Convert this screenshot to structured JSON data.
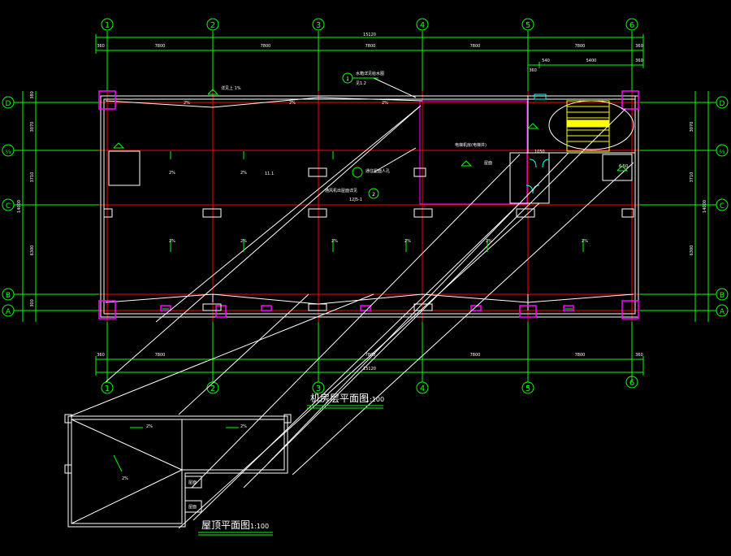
{
  "colors": {
    "background": "#000000",
    "axis": "#00ff00",
    "wall": "#ffffff",
    "grid_red": "#ff0000",
    "column": "#ff00ff",
    "accent": "#ffff00",
    "door": "#00ffff"
  },
  "axes": {
    "vertical": [
      "1",
      "2",
      "3",
      "4",
      "5",
      "6"
    ],
    "horizontal_left": [
      "D",
      "⅔",
      "C",
      "B",
      "A"
    ],
    "horizontal_right": [
      "D",
      "⅔",
      "C",
      "B",
      "A"
    ]
  },
  "dimensions": {
    "top_total": "15120",
    "bottom_total": "15120",
    "top_left_end": "360",
    "top_right_end": "360",
    "bay": "7800",
    "stair_a": "540",
    "stair_b": "5400",
    "left_end": "360",
    "right_end": "360",
    "vert_total_left": "14000",
    "vert_total_right": "14000",
    "vert_d": "380",
    "vert_c1": "3070",
    "vert_c2": "3710",
    "vert_b": "6300",
    "vert_a": "300"
  },
  "labels": {
    "machine_room_title": "机房层平面图",
    "machine_room_scale": "1:100",
    "roof_title": "屋顶平面图",
    "roof_scale": "1:100",
    "top_note": "详见上 1%",
    "note_1": "水箱详见给水图",
    "note_1b": "见1.2",
    "note_2": "通往屋面人孔",
    "note_3": "通风机出屋面详见",
    "note_3b": "12J5-1",
    "room_machine": "电梯机房(电梯井)",
    "room_roof_right": "屋面",
    "elevation_mid": "11.1",
    "elevation_right": "6.50",
    "slope": "2%",
    "stair_dim": "1050",
    "roof_label_a": "屋面",
    "roof_label_b": "屋面",
    "marker_1": "1",
    "marker_2": "2"
  }
}
